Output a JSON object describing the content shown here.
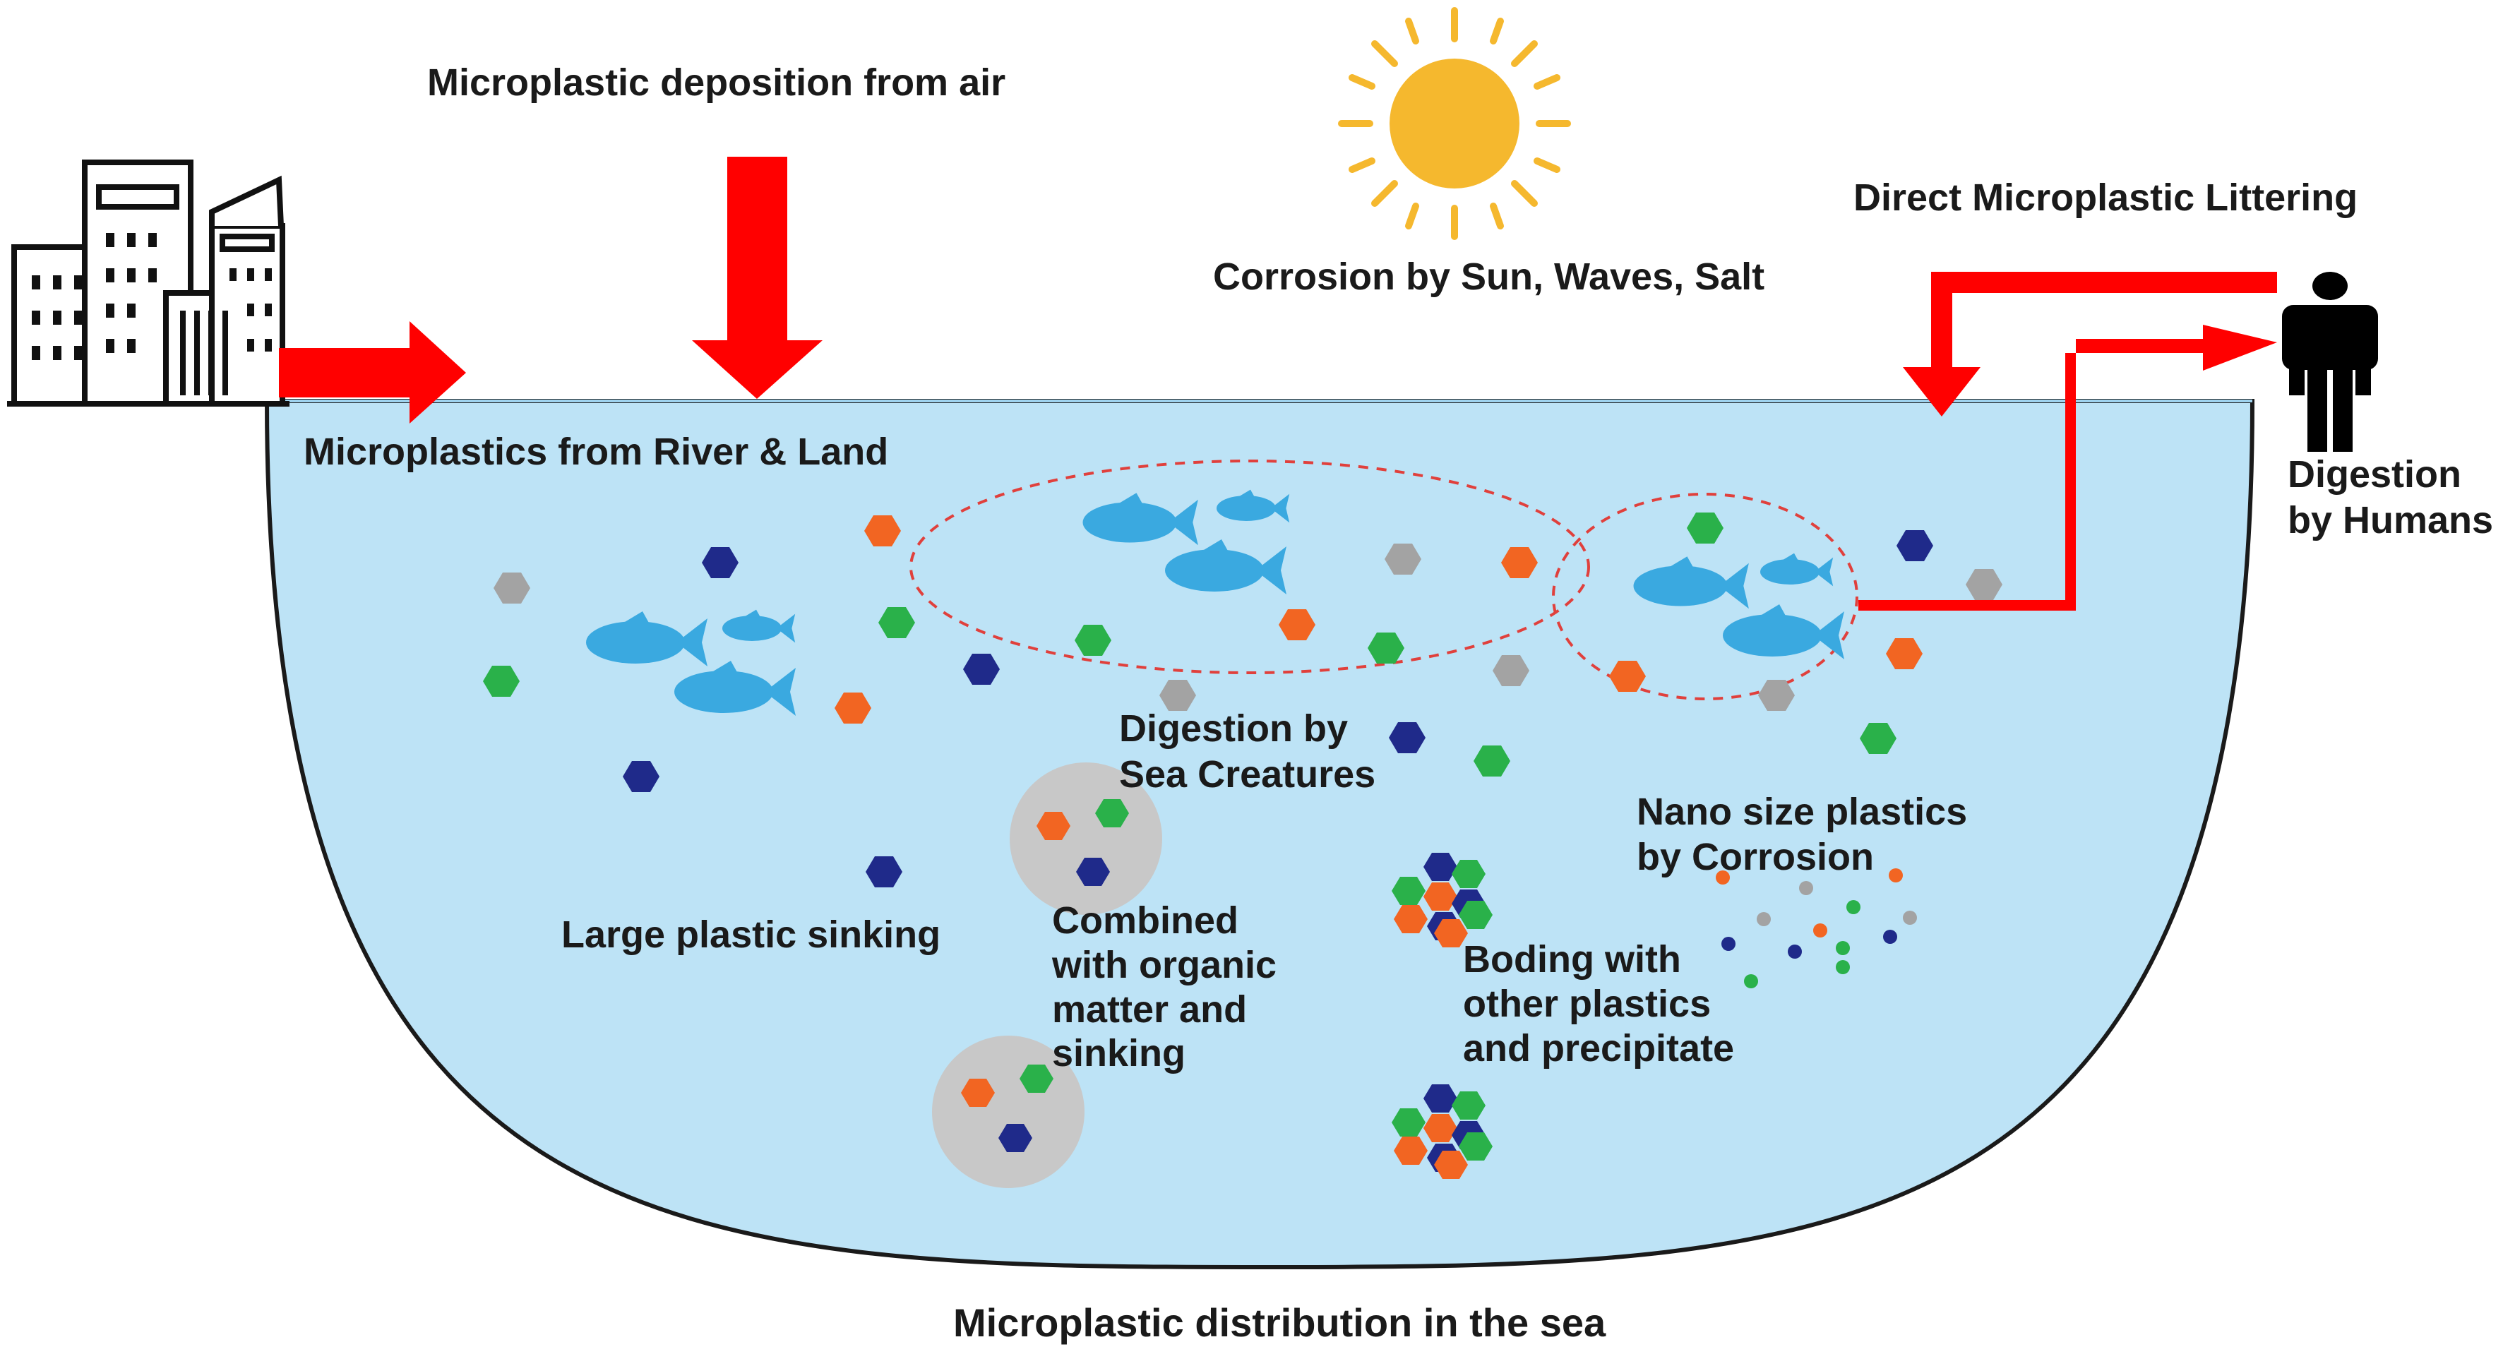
{
  "labels": {
    "air_deposition": "Microplastic deposition from air",
    "river_land": "Microplastics from River & Land",
    "corrosion": "Corrosion by Sun, Waves, Salt",
    "littering": "Direct Microplastic Littering",
    "human_digestion": [
      "Digestion",
      "by Humans"
    ],
    "sea_creatures": [
      "Digestion by",
      "Sea Creatures"
    ],
    "large_sinking": "Large plastic sinking",
    "combined": [
      "Combined",
      "with organic",
      "matter and",
      "sinking"
    ],
    "nano": [
      "Nano size plastics",
      "by Corrosion"
    ],
    "bonding": [
      "Boding with",
      "other plastics",
      "and precipitate"
    ],
    "caption": "Microplastic distribution in the sea"
  },
  "colors": {
    "sea": "#bde3f6",
    "sea_outline": "#1a1a1a",
    "arrow": "#ff0000",
    "sun": "#f5b82e",
    "fish": "#3aa9e0",
    "particle_orange": "#f26522",
    "particle_green": "#2ab14a",
    "particle_navy": "#1f2a8a",
    "particle_gray": "#a3a3a3",
    "organic_blob": "#c8c8c8",
    "dashed_circle": "#e0403c"
  },
  "icons": [
    "city-buildings-icon",
    "sun-icon",
    "human-icon",
    "fish-icon",
    "microplastic-particle-icon"
  ]
}
